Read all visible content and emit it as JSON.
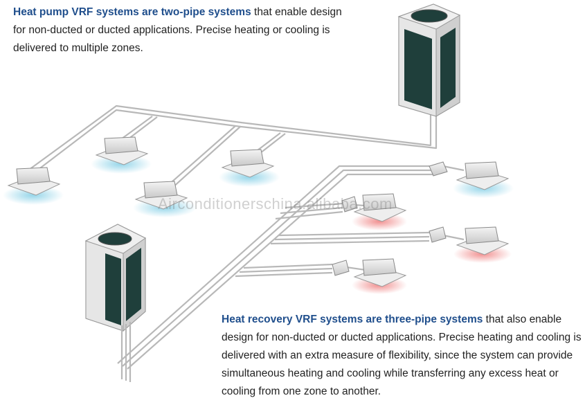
{
  "captions": {
    "top": {
      "bold": "Heat pump VRF systems are two-pipe systems",
      "rest": " that enable design for non-ducted or ducted applications. Precise heating or cooling is delivered to multiple zones."
    },
    "bottom": {
      "bold": "Heat recovery VRF systems are three-pipe systems",
      "rest": " that also enable design for non-ducted or ducted applications. Precise heating and cooling is delivered with an extra measure of flexibility, since the system can provide simultaneous heating and cooling while transferring any excess heat or cooling from one zone to another."
    }
  },
  "watermark": "Airconditionerschina.alibaba.com",
  "colors": {
    "accent_text": "#1f4e8c",
    "pipe": "#b8b8b8",
    "cool_glow": "#8fd3e8",
    "heat_glow": "#f08a8a",
    "unit_panel": "#1f3f3b"
  }
}
